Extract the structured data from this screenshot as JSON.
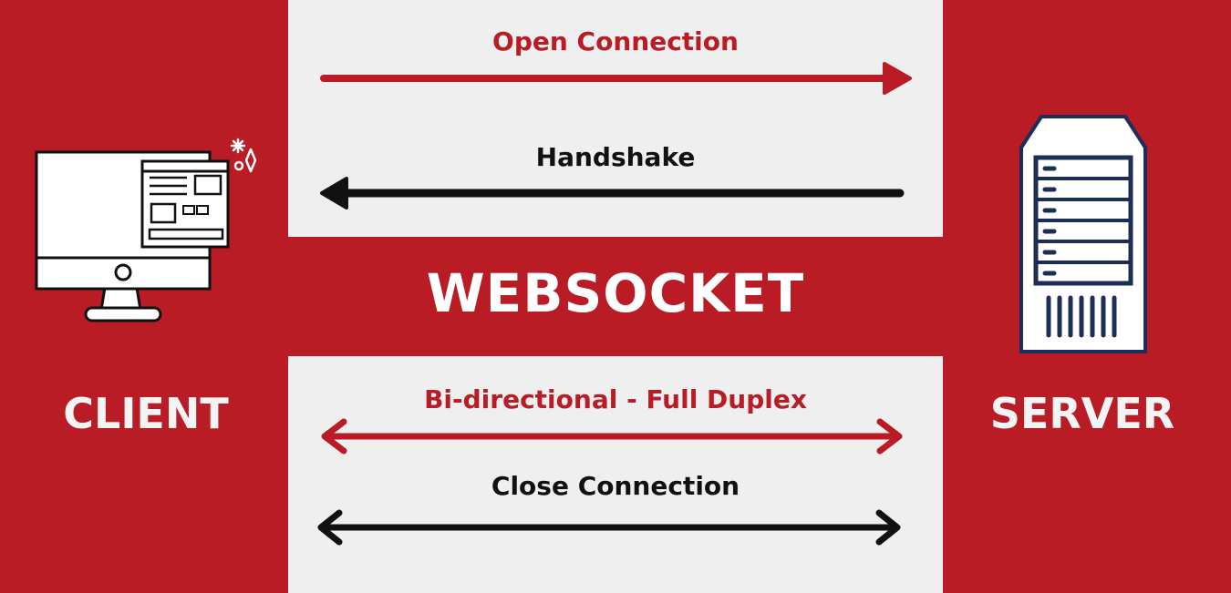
{
  "diagram": {
    "title": "WEBSOCKET",
    "client_label": "CLIENT",
    "server_label": "SERVER",
    "messages": [
      {
        "text": "Open Connection",
        "direction": "client-to-server",
        "color": "#b91c25"
      },
      {
        "text": "Handshake",
        "direction": "server-to-client",
        "color": "#111111"
      },
      {
        "text": "Bi-directional - Full Duplex",
        "direction": "both",
        "color": "#b91c25"
      },
      {
        "text": "Close Connection",
        "direction": "both",
        "color": "#111111"
      }
    ]
  },
  "colors": {
    "brand_red": "#b91c25",
    "panel_gray": "#efefef",
    "server_blue": "#1c2e55"
  },
  "icons": {
    "client": "desktop-monitor-icon",
    "server": "server-tower-icon"
  }
}
